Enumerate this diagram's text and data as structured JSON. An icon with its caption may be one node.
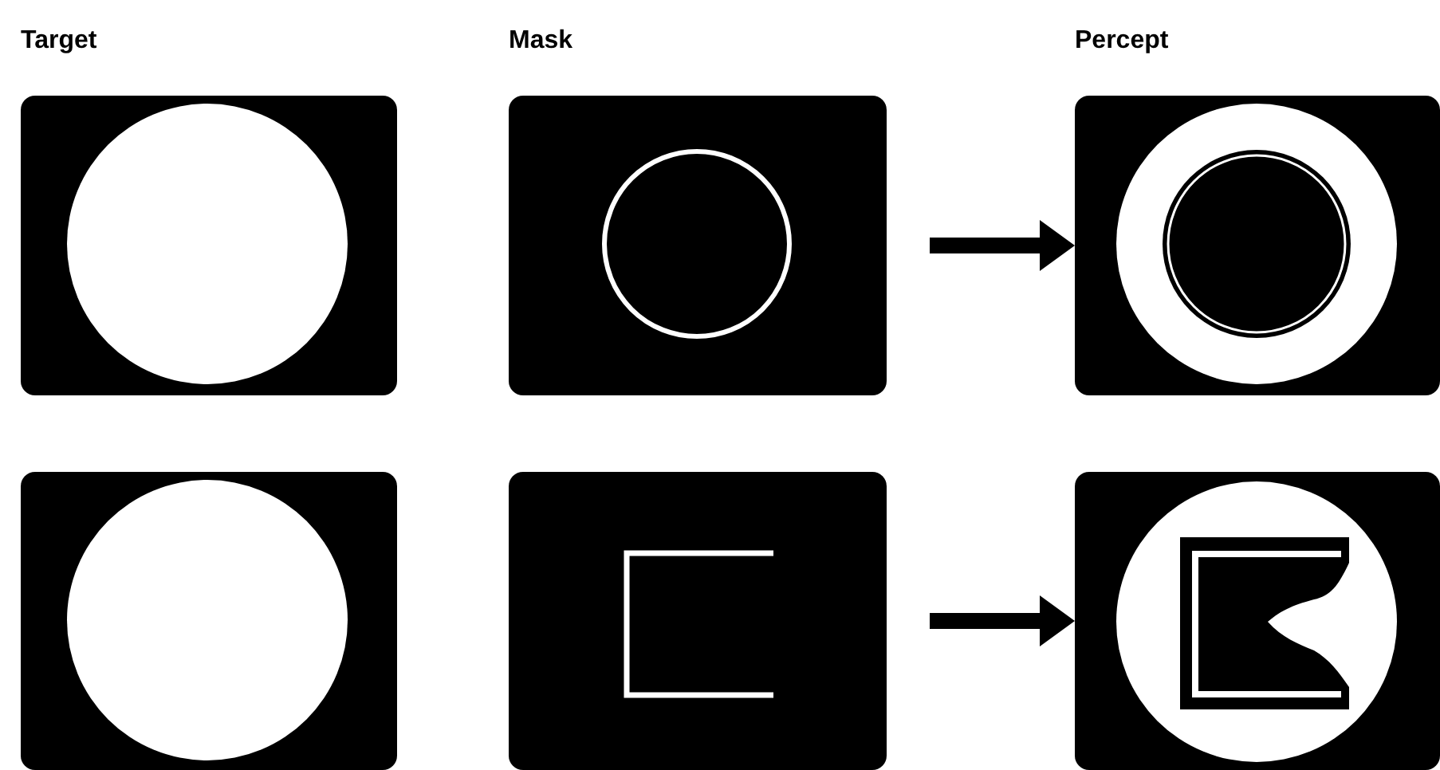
{
  "diagram": {
    "nodes": [
      {
        "text": [],
        "shape": "picture"
      },
      {
        "text": [],
        "shape": "picture"
      },
      {
        "text": [],
        "shape": "picture"
      },
      {
        "text": [],
        "shape": "picture"
      },
      {
        "text": [],
        "shape": "picture"
      },
      {
        "text": [],
        "shape": "picture"
      }
    ],
    "edges": [
      {
        "from": 1,
        "to": 2,
        "arrow": "to"
      },
      {
        "from": 4,
        "to": 5,
        "arrow": "to"
      }
    ],
    "labels": [
      "Target",
      "Mask",
      "Percept"
    ]
  }
}
